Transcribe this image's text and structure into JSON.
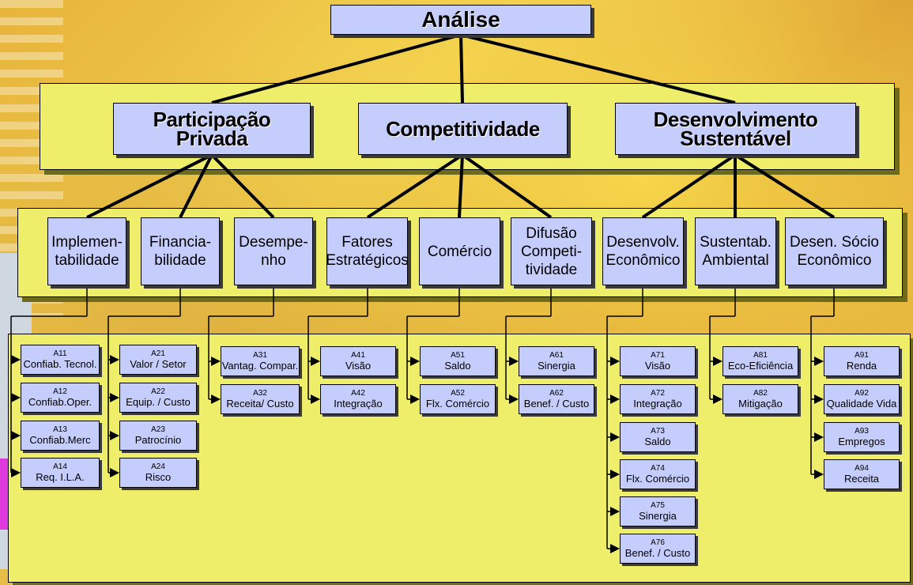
{
  "colors": {
    "box_fill": "#c4cdfc",
    "panel_fill": "#eeee6b",
    "line": "#000000"
  },
  "root": {
    "label": "Análise"
  },
  "dimensions": [
    {
      "label": "Participação\nPrivada"
    },
    {
      "label": "Competitividade"
    },
    {
      "label": "Desenvolvimento\nSustentável"
    }
  ],
  "criteria": [
    {
      "label": "Implemen-\ntabilidade"
    },
    {
      "label": "Financia-\nbilidade"
    },
    {
      "label": "Desempe-\nnho"
    },
    {
      "label": "Fatores\nEstratégicos"
    },
    {
      "label": "Comércio"
    },
    {
      "label": "Difusão\nCompeti-\ntividade"
    },
    {
      "label": "Desenvolv.\nEconômico"
    },
    {
      "label": "Sustentab.\nAmbiental"
    },
    {
      "label": "Desen. Sócio\nEconômico"
    }
  ],
  "attributes": [
    [
      {
        "code": "A11",
        "label": "Confiab. Tecnol."
      },
      {
        "code": "A12",
        "label": "Confiab.Oper."
      },
      {
        "code": "A13",
        "label": "Confiab.Merc"
      },
      {
        "code": "A14",
        "label": "Req. I.L.A."
      }
    ],
    [
      {
        "code": "A21",
        "label": "Valor / Setor"
      },
      {
        "code": "A22",
        "label": "Equip. / Custo"
      },
      {
        "code": "A23",
        "label": "Patrocínio"
      },
      {
        "code": "A24",
        "label": "Risco"
      }
    ],
    [
      {
        "code": "A31",
        "label": "Vantag. Compar."
      },
      {
        "code": "A32",
        "label": "Receita/ Custo"
      }
    ],
    [
      {
        "code": "A41",
        "label": "Visão"
      },
      {
        "code": "A42",
        "label": "Integração"
      }
    ],
    [
      {
        "code": "A51",
        "label": "Saldo"
      },
      {
        "code": "A52",
        "label": "Flx. Comércio"
      }
    ],
    [
      {
        "code": "A61",
        "label": "Sinergia"
      },
      {
        "code": "A62",
        "label": "Benef. / Custo"
      }
    ],
    [
      {
        "code": "A71",
        "label": "Visão"
      },
      {
        "code": "A72",
        "label": "Integração"
      },
      {
        "code": "A73",
        "label": "Saldo"
      },
      {
        "code": "A74",
        "label": "Flx. Comércio"
      },
      {
        "code": "A75",
        "label": "Sinergia"
      },
      {
        "code": "A76",
        "label": "Benef. / Custo"
      }
    ],
    [
      {
        "code": "A81",
        "label": "Eco-Eficiência"
      },
      {
        "code": "A82",
        "label": "Mitigação"
      }
    ],
    [
      {
        "code": "A91",
        "label": "Renda"
      },
      {
        "code": "A92",
        "label": "Qualidade Vida"
      },
      {
        "code": "A93",
        "label": "Empregos"
      },
      {
        "code": "A94",
        "label": "Receita"
      }
    ]
  ]
}
